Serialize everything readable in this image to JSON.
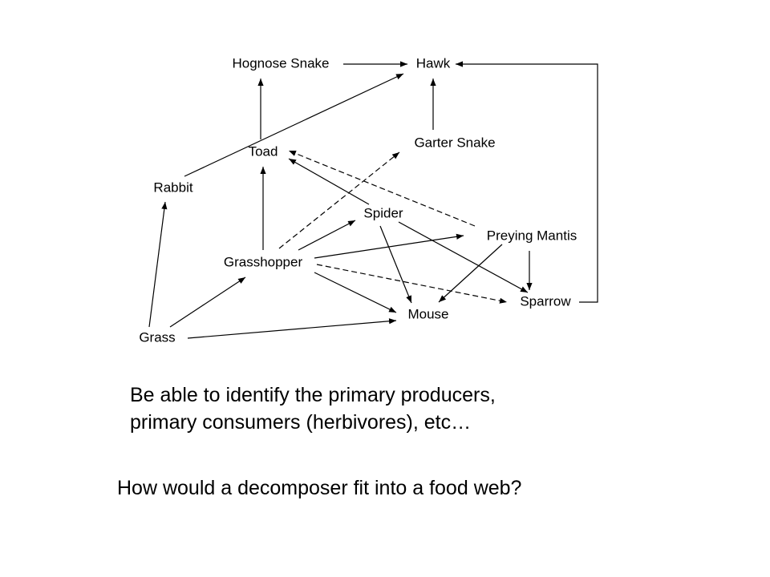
{
  "diagram": {
    "nodes": [
      {
        "id": "hognose",
        "label": "Hognose Snake"
      },
      {
        "id": "hawk",
        "label": "Hawk"
      },
      {
        "id": "garter",
        "label": "Garter Snake"
      },
      {
        "id": "toad",
        "label": "Toad"
      },
      {
        "id": "rabbit",
        "label": "Rabbit"
      },
      {
        "id": "spider",
        "label": "Spider"
      },
      {
        "id": "mantis",
        "label": "Preying Mantis"
      },
      {
        "id": "grasshopper",
        "label": "Grasshopper"
      },
      {
        "id": "sparrow",
        "label": "Sparrow"
      },
      {
        "id": "mouse",
        "label": "Mouse"
      },
      {
        "id": "grass",
        "label": "Grass"
      }
    ],
    "edges": [
      {
        "from": "grass",
        "to": "rabbit"
      },
      {
        "from": "grass",
        "to": "grasshopper"
      },
      {
        "from": "grass",
        "to": "mouse"
      },
      {
        "from": "rabbit",
        "to": "hawk"
      },
      {
        "from": "grasshopper",
        "to": "toad"
      },
      {
        "from": "grasshopper",
        "to": "garter"
      },
      {
        "from": "grasshopper",
        "to": "spider"
      },
      {
        "from": "grasshopper",
        "to": "mantis"
      },
      {
        "from": "grasshopper",
        "to": "mouse"
      },
      {
        "from": "grasshopper",
        "to": "sparrow"
      },
      {
        "from": "toad",
        "to": "hognose"
      },
      {
        "from": "hognose",
        "to": "hawk"
      },
      {
        "from": "garter",
        "to": "hawk"
      },
      {
        "from": "spider",
        "to": "toad"
      },
      {
        "from": "spider",
        "to": "mouse"
      },
      {
        "from": "spider",
        "to": "sparrow"
      },
      {
        "from": "mantis",
        "to": "toad"
      },
      {
        "from": "mantis",
        "to": "mouse"
      },
      {
        "from": "mantis",
        "to": "sparrow"
      },
      {
        "from": "sparrow",
        "to": "hawk"
      }
    ]
  },
  "captions": {
    "line1": "Be able to identify the primary producers,",
    "line2": "primary consumers (herbivores), etc…",
    "question": "How would a decomposer fit into a food web?"
  }
}
